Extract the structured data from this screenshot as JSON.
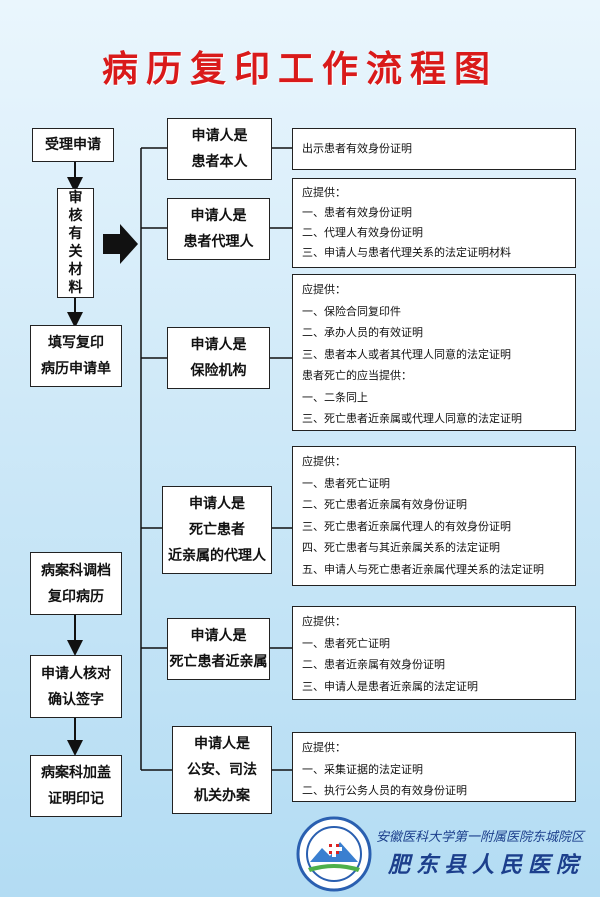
{
  "title": "病历复印工作流程图",
  "left_steps": [
    {
      "lines": [
        "受理申请"
      ]
    },
    {
      "lines": [
        "审",
        "核",
        "有",
        "关",
        "材",
        "料"
      ]
    },
    {
      "lines": [
        "填写复印",
        "病历申请单"
      ]
    },
    {
      "lines": [
        "病案科调档",
        "复印病历"
      ]
    },
    {
      "lines": [
        "申请人核对",
        "确认签字"
      ]
    },
    {
      "lines": [
        "病案科加盖",
        "证明印记"
      ]
    }
  ],
  "applicants": [
    {
      "lines": [
        "申请人是",
        "患者本人"
      ],
      "details": [
        "出示患者有效身份证明"
      ]
    },
    {
      "lines": [
        "申请人是",
        "患者代理人"
      ],
      "details": [
        "应提供：",
        "一、患者有效身份证明",
        "二、代理人有效身份证明",
        "三、申请人与患者代理关系的法定证明材料"
      ]
    },
    {
      "lines": [
        "申请人是",
        "保险机构"
      ],
      "details": [
        "应提供：",
        "一、保险合同复印件",
        "二、承办人员的有效证明",
        "三、患者本人或者其代理人同意的法定证明",
        "患者死亡的应当提供：",
        "一、二条同上",
        "三、死亡患者近亲属或代理人同意的法定证明"
      ]
    },
    {
      "lines": [
        "申请人是",
        "死亡患者",
        "近亲属的代理人"
      ],
      "details": [
        "应提供：",
        "一、患者死亡证明",
        "二、死亡患者近亲属有效身份证明",
        "三、死亡患者近亲属代理人的有效身份证明",
        "四、死亡患者与其近亲属关系的法定证明",
        "五、申请人与死亡患者近亲属代理关系的法定证明"
      ]
    },
    {
      "lines": [
        "申请人是",
        "死亡患者近亲属"
      ],
      "details": [
        "应提供：",
        "一、患者死亡证明",
        "二、患者近亲属有效身份证明",
        "三、申请人是患者近亲属的法定证明"
      ]
    },
    {
      "lines": [
        "申请人是",
        "公安、司法",
        "机关办案"
      ],
      "details": [
        "应提供：",
        "一、采集证据的法定证明",
        "二、执行公务人员的有效身份证明"
      ]
    }
  ],
  "hospital": {
    "line1": "安徽医科大学第一附属医院东城院区",
    "line2": "肥东县人民医院"
  }
}
